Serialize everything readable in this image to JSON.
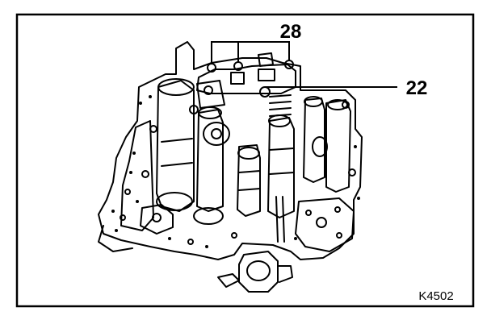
{
  "labels": {
    "callout_28": "28",
    "callout_22": "22",
    "figure_code": "K4502"
  },
  "colors": {
    "ink": "#000000",
    "paper": "#ffffff"
  }
}
